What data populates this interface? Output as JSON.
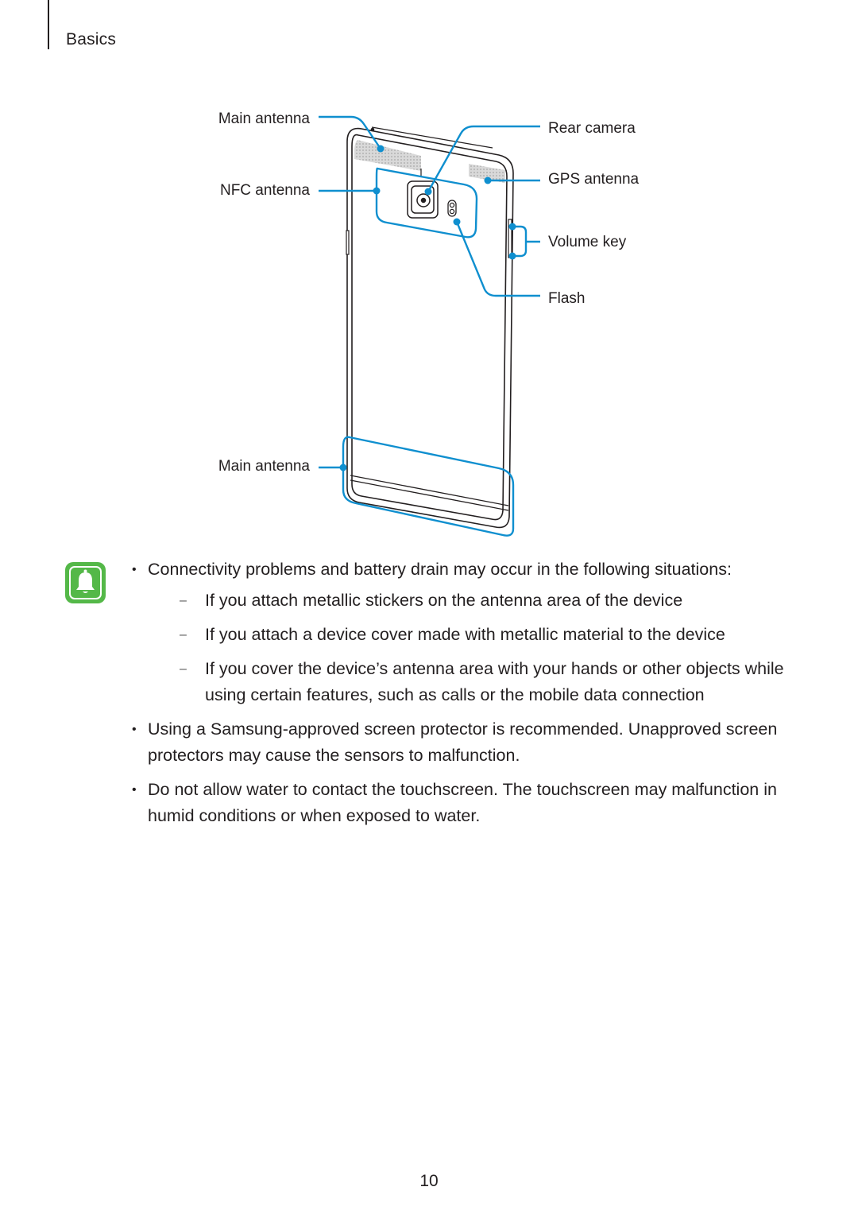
{
  "header": {
    "section_title": "Basics"
  },
  "diagram": {
    "labels": {
      "main_antenna_top": "Main antenna",
      "nfc_antenna": "NFC antenna",
      "main_antenna_bottom": "Main antenna",
      "rear_camera": "Rear camera",
      "gps_antenna": "GPS antenna",
      "volume_key": "Volume key",
      "flash": "Flash"
    },
    "colors": {
      "callout": "#0f8fcf",
      "outline": "#231f20",
      "antenna_area": "#c8c8c8"
    }
  },
  "note": {
    "icon": "bell-icon",
    "icon_color": "#54b848",
    "bullets": [
      {
        "text": "Connectivity problems and battery drain may occur in the following situations:",
        "subitems": [
          "If you attach metallic stickers on the antenna area of the device",
          "If you attach a device cover made with metallic material to the device",
          "If you cover the device’s antenna area with your hands or other objects while using certain features, such as calls or the mobile data connection"
        ]
      },
      {
        "text": "Using a Samsung-approved screen protector is recommended. Unapproved screen protectors may cause the sensors to malfunction."
      },
      {
        "text": "Do not allow water to contact the touchscreen. The touchscreen may malfunction in humid conditions or when exposed to water."
      }
    ]
  },
  "footer": {
    "page_number": "10"
  }
}
